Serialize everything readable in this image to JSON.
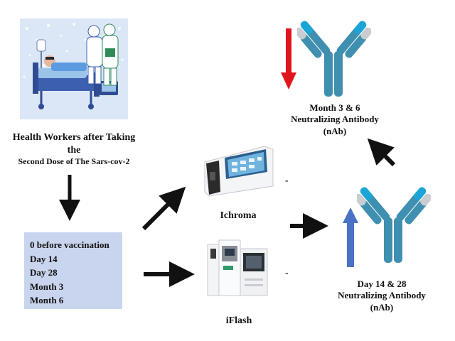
{
  "patient_panel": {
    "caption_line1": "Health Workers after Taking the",
    "caption_line2": "Second Dose of The Sars-cov-2"
  },
  "timeline": {
    "items": [
      "0 before vaccination",
      "Day 14",
      "Day 28",
      "Month 3",
      "Month 6"
    ]
  },
  "devices": {
    "top": {
      "label": "Ichroma",
      "side_mark": "-"
    },
    "bottom": {
      "label": "iFlash",
      "side_mark": "-"
    }
  },
  "antibody_early": {
    "line1": "Day 14 & 28",
    "line2": "Neutralizing Antibody",
    "line3": "(nAb)",
    "trend": "up",
    "trend_color": "#4a72c4"
  },
  "antibody_late": {
    "line1": "Month 3 & 6",
    "line2": "Neutralizing Antibody",
    "line3": "(nAb)",
    "trend": "down",
    "trend_color": "#e0161d"
  },
  "colors": {
    "antibody_stem": "#3f8fb0",
    "antibody_tip": "#1aa5d6",
    "antibody_light": "#c9ccd0",
    "arrow": "#111111"
  }
}
